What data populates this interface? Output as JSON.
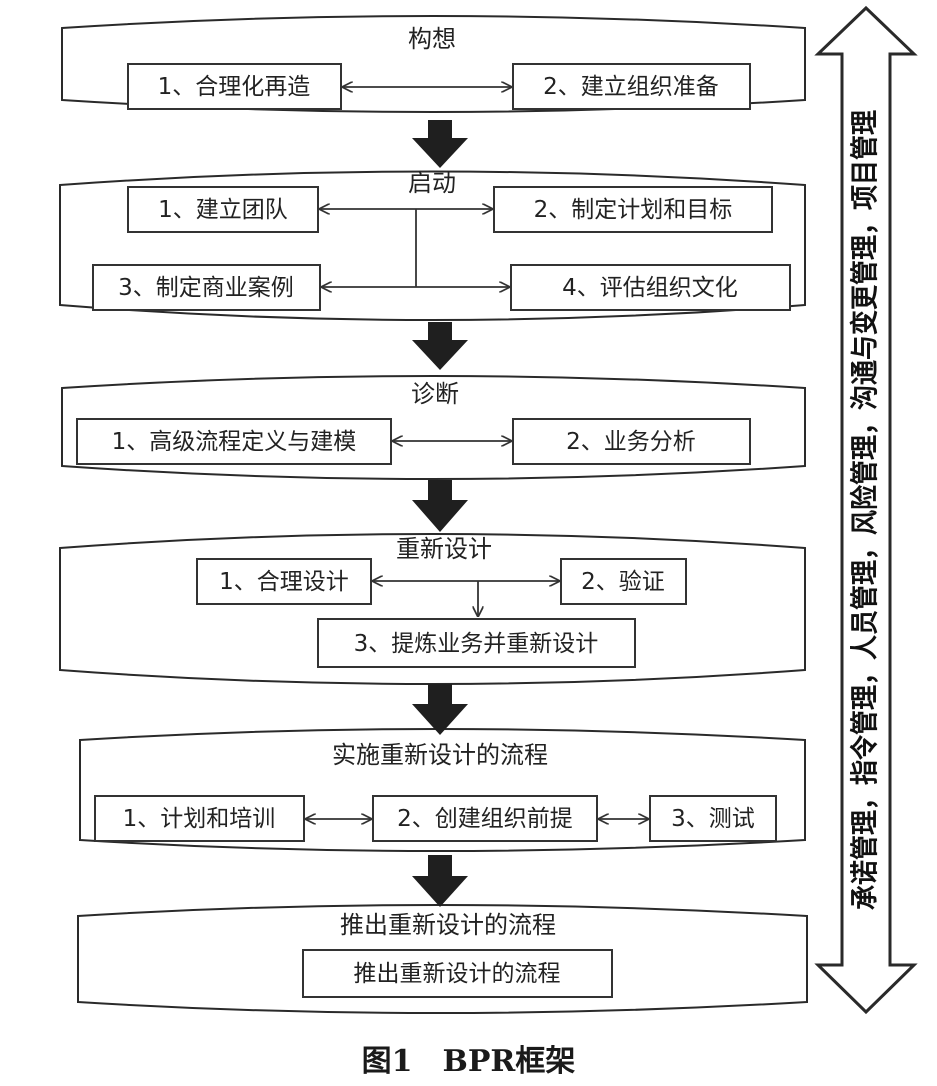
{
  "diagram": {
    "stages": [
      {
        "title": "构想",
        "steps": [
          "1、合理化再造",
          "2、建立组织准备"
        ]
      },
      {
        "title": "启动",
        "steps": [
          "1、建立团队",
          "2、制定计划和目标",
          "3、制定商业案例",
          "4、评估组织文化"
        ]
      },
      {
        "title": "诊断",
        "steps": [
          "1、高级流程定义与建模",
          "2、业务分析"
        ]
      },
      {
        "title": "重新设计",
        "steps": [
          "1、合理设计",
          "2、验证",
          "3、提炼业务并重新设计"
        ]
      },
      {
        "title": "实施重新设计的流程",
        "steps": [
          "1、计划和培训",
          "2、创建组织前提",
          "3、测试"
        ]
      },
      {
        "title": "推出重新设计的流程",
        "steps": [
          "推出重新设计的流程"
        ]
      }
    ],
    "side_label": "承诺管理，指令管理，人员管理，风险管理，沟通与变更管理，项目管理",
    "caption": "图1　BPR框架"
  }
}
